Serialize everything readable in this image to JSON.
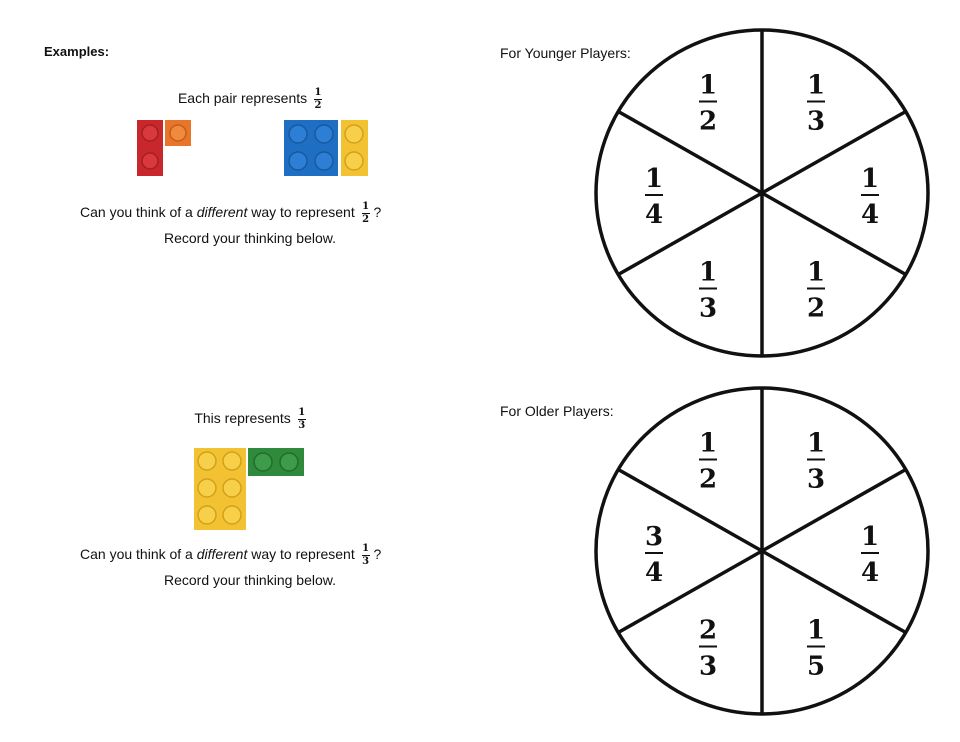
{
  "heading": "Examples:",
  "example1": {
    "caption": "Each pair represents",
    "caption_num": "1",
    "caption_den": "2",
    "question_pre": "Can you think of a",
    "question_em": "different",
    "question_post": "way to represent",
    "question_num": "1",
    "question_den": "2",
    "question_mark": "?",
    "record": "Record your thinking below."
  },
  "example2": {
    "caption": "This represents",
    "caption_num": "1",
    "caption_den": "3",
    "question_pre": "Can you think of a",
    "question_em": "different",
    "question_post": "way to represent",
    "question_num": "1",
    "question_den": "3",
    "question_mark": "?",
    "record": "Record your thinking below."
  },
  "spinner_younger": {
    "label": "For Younger Players:",
    "sectors": [
      {
        "num": "1",
        "den": "3"
      },
      {
        "num": "1",
        "den": "4"
      },
      {
        "num": "1",
        "den": "2"
      },
      {
        "num": "1",
        "den": "3"
      },
      {
        "num": "1",
        "den": "4"
      },
      {
        "num": "1",
        "den": "2"
      }
    ]
  },
  "spinner_older": {
    "label": "For Older Players:",
    "sectors": [
      {
        "num": "1",
        "den": "3"
      },
      {
        "num": "1",
        "den": "4"
      },
      {
        "num": "1",
        "den": "5"
      },
      {
        "num": "2",
        "den": "3"
      },
      {
        "num": "3",
        "den": "4"
      },
      {
        "num": "1",
        "den": "2"
      }
    ]
  },
  "colors": {
    "red": "#c8282b",
    "orange": "#e8752a",
    "blue": "#1e6fc4",
    "yellow": "#f3c232",
    "green": "#2f8a3c"
  }
}
